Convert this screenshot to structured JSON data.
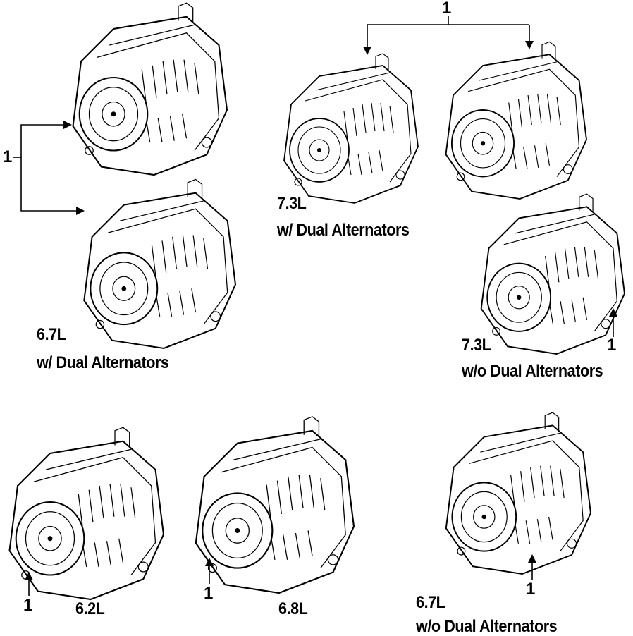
{
  "callout_number": "1",
  "labels": {
    "a_line1": "6.7L",
    "a_line2": "w/ Dual Alternators",
    "b_line1": "7.3L",
    "b_line2": "w/ Dual Alternators",
    "c_line1": "7.3L",
    "c_line2": "w/o Dual Alternators",
    "d_line1": "6.2L",
    "e_line1": "6.8L",
    "f_line1": "6.7L",
    "f_line2": "w/o Dual Alternators"
  }
}
